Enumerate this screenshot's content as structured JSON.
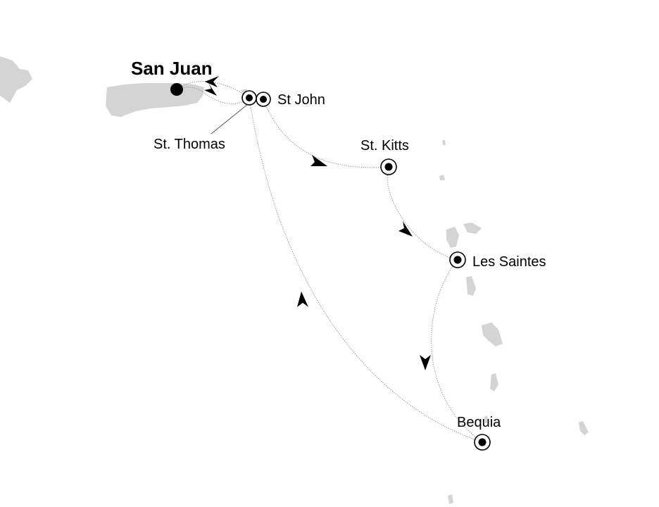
{
  "map": {
    "ports": {
      "start_end": "San Juan",
      "st_thomas": "St. Thomas",
      "st_john": "St John",
      "st_kitts": "St. Kitts",
      "les_saintes": "Les Saintes",
      "bequia": "Bequia"
    },
    "colors": {
      "land": "#d4d4d4",
      "route": "#8a8a8a",
      "marker": "#000000"
    }
  }
}
